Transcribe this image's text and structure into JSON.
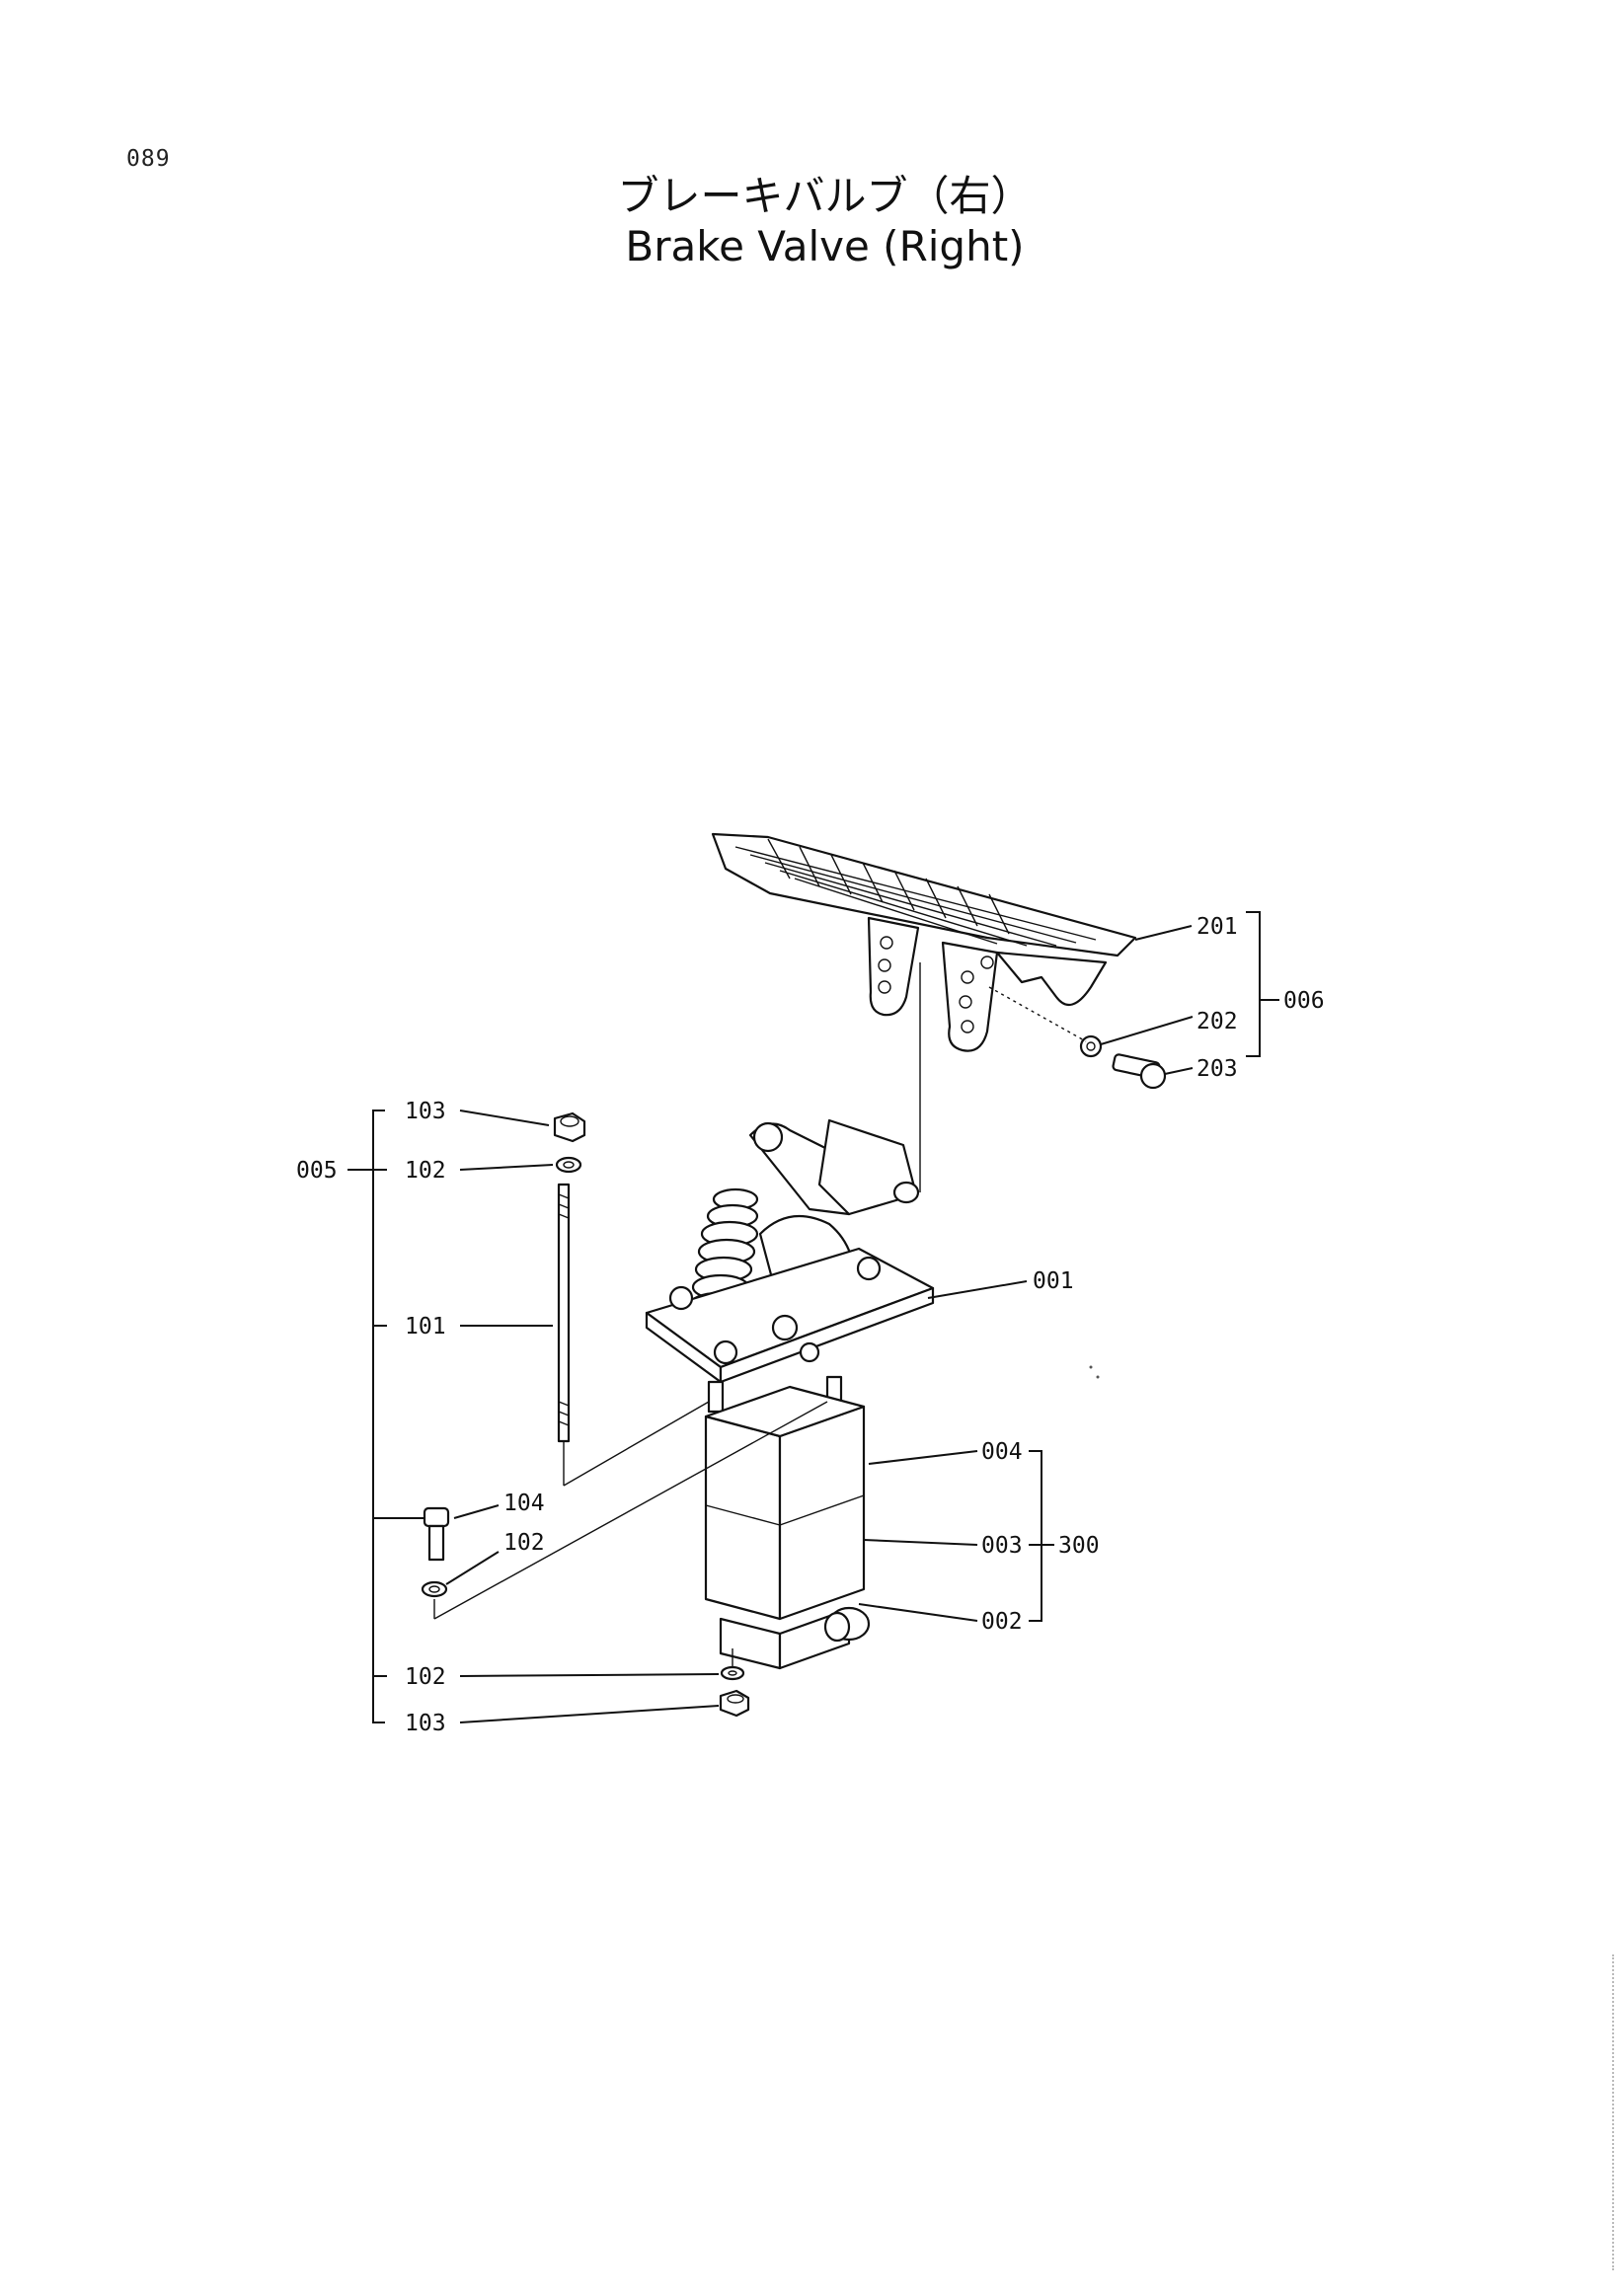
{
  "page": {
    "number": "089",
    "title_ja": "ブレーキバルブ（右）",
    "title_en": "Brake Valve (Right)"
  },
  "callouts": {
    "c201": "201",
    "c202": "202",
    "c203": "203",
    "c006": "006",
    "c001": "001",
    "c004": "004",
    "c003": "003",
    "c002": "002",
    "c300": "300",
    "c005": "005",
    "c103_top": "103",
    "c102_top": "102",
    "c101": "101",
    "c104": "104",
    "c102_mid": "102",
    "c102_bot": "102",
    "c103_bot": "103"
  }
}
